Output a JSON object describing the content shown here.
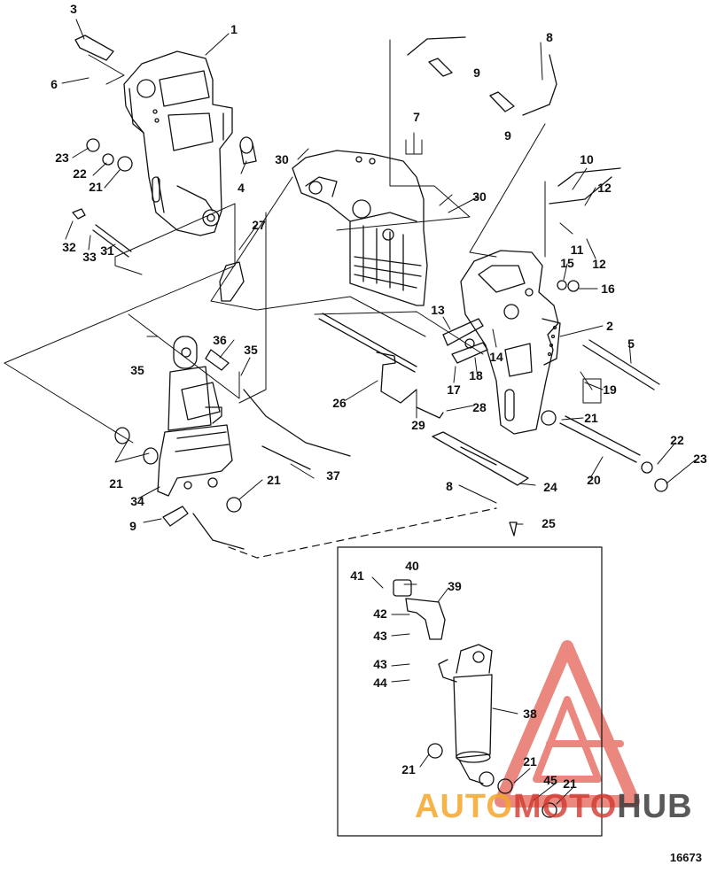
{
  "figure_number": "16673",
  "watermark": {
    "part1": "AUTO",
    "part2": "MOTO",
    "part3": "HUB",
    "colors": {
      "orange": "#f4a62a",
      "red": "#d23a30",
      "dark": "#3d3d3d"
    }
  },
  "callouts": [
    {
      "text": "1"
    },
    {
      "text": "2"
    },
    {
      "text": "3"
    },
    {
      "text": "4"
    },
    {
      "text": "5"
    },
    {
      "text": "6"
    },
    {
      "text": "7"
    },
    {
      "text": "8"
    },
    {
      "text": "8"
    },
    {
      "text": "9"
    },
    {
      "text": "9"
    },
    {
      "text": "9"
    },
    {
      "text": "10"
    },
    {
      "text": "11"
    },
    {
      "text": "12"
    },
    {
      "text": "12"
    },
    {
      "text": "13"
    },
    {
      "text": "14"
    },
    {
      "text": "15"
    },
    {
      "text": "16"
    },
    {
      "text": "17"
    },
    {
      "text": "18"
    },
    {
      "text": "19"
    },
    {
      "text": "20"
    },
    {
      "text": "21"
    },
    {
      "text": "21"
    },
    {
      "text": "21"
    },
    {
      "text": "21"
    },
    {
      "text": "21"
    },
    {
      "text": "21"
    },
    {
      "text": "21"
    },
    {
      "text": "22"
    },
    {
      "text": "22"
    },
    {
      "text": "23"
    },
    {
      "text": "23"
    },
    {
      "text": "24"
    },
    {
      "text": "25"
    },
    {
      "text": "26"
    },
    {
      "text": "27"
    },
    {
      "text": "28"
    },
    {
      "text": "29"
    },
    {
      "text": "30"
    },
    {
      "text": "30"
    },
    {
      "text": "31"
    },
    {
      "text": "32"
    },
    {
      "text": "33"
    },
    {
      "text": "34"
    },
    {
      "text": "35"
    },
    {
      "text": "35"
    },
    {
      "text": "36"
    },
    {
      "text": "37"
    },
    {
      "text": "38"
    },
    {
      "text": "39"
    },
    {
      "text": "40"
    },
    {
      "text": "41"
    },
    {
      "text": "42"
    },
    {
      "text": "43"
    },
    {
      "text": "43"
    },
    {
      "text": "44"
    },
    {
      "text": "45"
    }
  ]
}
